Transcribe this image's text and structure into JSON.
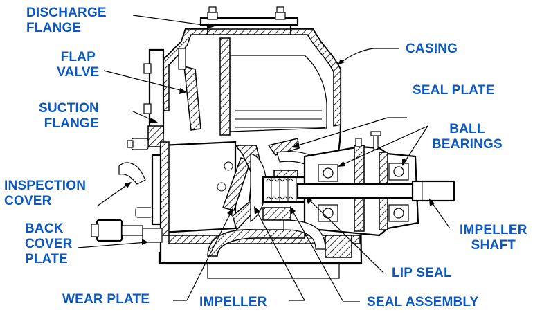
{
  "labels": {
    "discharge_flange": [
      "DISCHARGE",
      "FLANGE"
    ],
    "flap_valve": [
      "FLAP",
      "VALVE"
    ],
    "suction_flange": [
      "SUCTION",
      "FLANGE"
    ],
    "inspection_cover": [
      "INSPECTION",
      "COVER"
    ],
    "back_cover_plate": [
      "BACK",
      "COVER",
      "PLATE"
    ],
    "wear_plate": [
      "WEAR PLATE"
    ],
    "impeller": [
      "IMPELLER"
    ],
    "seal_assembly": [
      "SEAL ASSEMBLY"
    ],
    "lip_seal": [
      "LIP SEAL"
    ],
    "impeller_shaft": [
      "IMPELLER",
      "SHAFT"
    ],
    "ball_bearings": [
      "BALL",
      "BEARINGS"
    ],
    "seal_plate": [
      "SEAL PLATE"
    ],
    "casing": [
      "CASING"
    ]
  },
  "colors": {
    "label": "#0a58c4",
    "line": "#000000",
    "background": "#ffffff"
  }
}
